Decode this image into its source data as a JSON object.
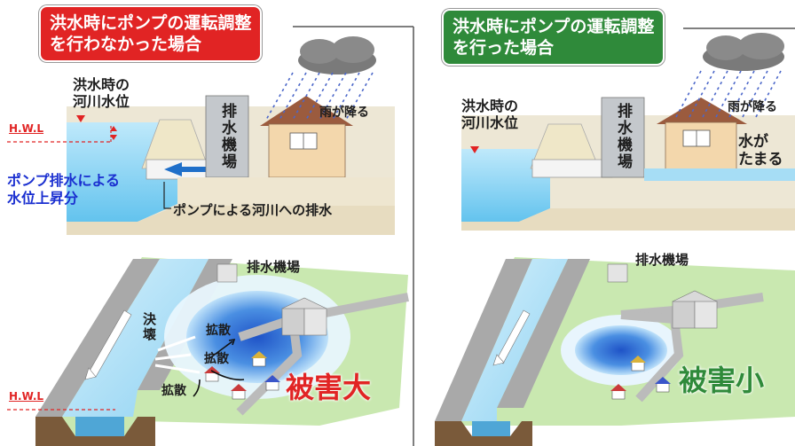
{
  "left": {
    "title_line1": "洪水時にポンプの運転調整",
    "title_line2": "を行わなかった場合",
    "title_color": "#e12424",
    "river_level_label_1": "洪水時の",
    "river_level_label_2": "河川水位",
    "hwl": "H.W.L",
    "rise_label_1": "ポンプ排水による",
    "rise_label_2": "水位上昇分",
    "pump_station_vertical": "排水機場",
    "rain": "雨が降る",
    "discharge_label": "ポンプによる河川への排水",
    "pump_station": "排水機場",
    "breach": "決壊",
    "spread_1": "拡散",
    "spread_2": "拡散",
    "spread_3": "拡散",
    "hwl_bottom": "H.W.L",
    "damage": "被害大",
    "damage_color": "#e12424"
  },
  "right": {
    "title_line1": "洪水時にポンプの運転調整",
    "title_line2": "を行った場合",
    "title_color": "#2f8a3a",
    "river_level_label_1": "洪水時の",
    "river_level_label_2": "河川水位",
    "pump_station_vertical": "排水機場",
    "rain": "雨が降る",
    "pooling_1": "水が",
    "pooling_2": "たまる",
    "pump_station": "排水機場",
    "damage": "被害小",
    "damage_color": "#2f8a3a"
  }
}
